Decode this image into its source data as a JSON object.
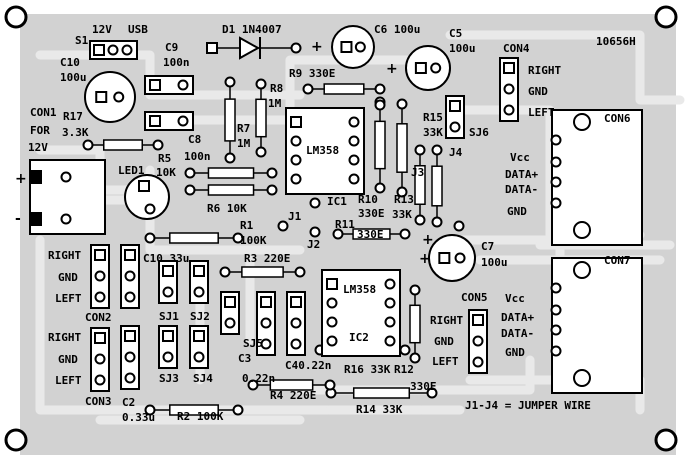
{
  "board_id": "10656H",
  "note": "J1-J4 = JUMPER WIRE",
  "labels": {
    "s1": "S1",
    "v12": "12V",
    "usb": "USB",
    "d1": "D1 1N4007",
    "c6": "C6 100u",
    "c5": "C5",
    "c5v": "100u",
    "c9": "C9",
    "c9v": "100n",
    "c10": "C10",
    "c10v": "100u",
    "con1": "CON1",
    "con1b": "FOR",
    "con1c": "12V",
    "r17": "R17",
    "r17v": "3.3K",
    "r9": "R9 330E",
    "r8": "R8",
    "r8v": "1M",
    "r7": "R7",
    "r7v": "1M",
    "c8": "C8",
    "c8v": "100n",
    "r5": "R5",
    "r5v": "10K",
    "r6": "R6 10K",
    "led1": "LED1",
    "ic1_part": "LM358",
    "ic1": "IC1",
    "r10": "R10",
    "r10v": "330E",
    "r13": "R13",
    "r13v": "33K",
    "r15": "R15",
    "r15v": "33K",
    "sj6": "SJ6",
    "j3": "J3",
    "j4": "J4",
    "con4": "CON4",
    "right": "RIGHT",
    "gnd": "GND",
    "left": "LEFT",
    "con6": "CON6",
    "vcc": "Vcc",
    "datap": "DATA+",
    "datam": "DATA-",
    "con7": "CON7",
    "r11": "R11",
    "r11v": "330E",
    "j1": "J1",
    "j2": "J2",
    "r1": "R1",
    "r1v": "100K",
    "c7": "C7",
    "c7v": "100u",
    "c1": "C10.33u",
    "r3": "R3 220E",
    "ic2_part": "LM358",
    "ic2": "IC2",
    "sj1": "SJ1",
    "sj2": "SJ2",
    "sj3": "SJ3",
    "sj4": "SJ4",
    "sj5": "SJ5",
    "con2": "CON2",
    "con3": "CON3",
    "con5": "CON5",
    "c3": "C3",
    "c3v": "0.22n",
    "c4": "C40.22n",
    "r16": "R16 33K",
    "r12": "R12",
    "r12v": "330E",
    "c2": "C2",
    "c2v": "0.33u",
    "r2": "R2 100K",
    "r4": "R4 220E",
    "r14": "R14 33K"
  }
}
